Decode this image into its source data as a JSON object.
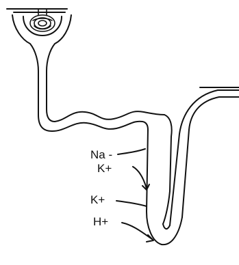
{
  "diagram": {
    "labels": {
      "na": "Na -",
      "k1": "K+",
      "k2": "K+",
      "h": "H+"
    },
    "colors": {
      "ink": "#111111",
      "background": "#ffffff"
    }
  }
}
